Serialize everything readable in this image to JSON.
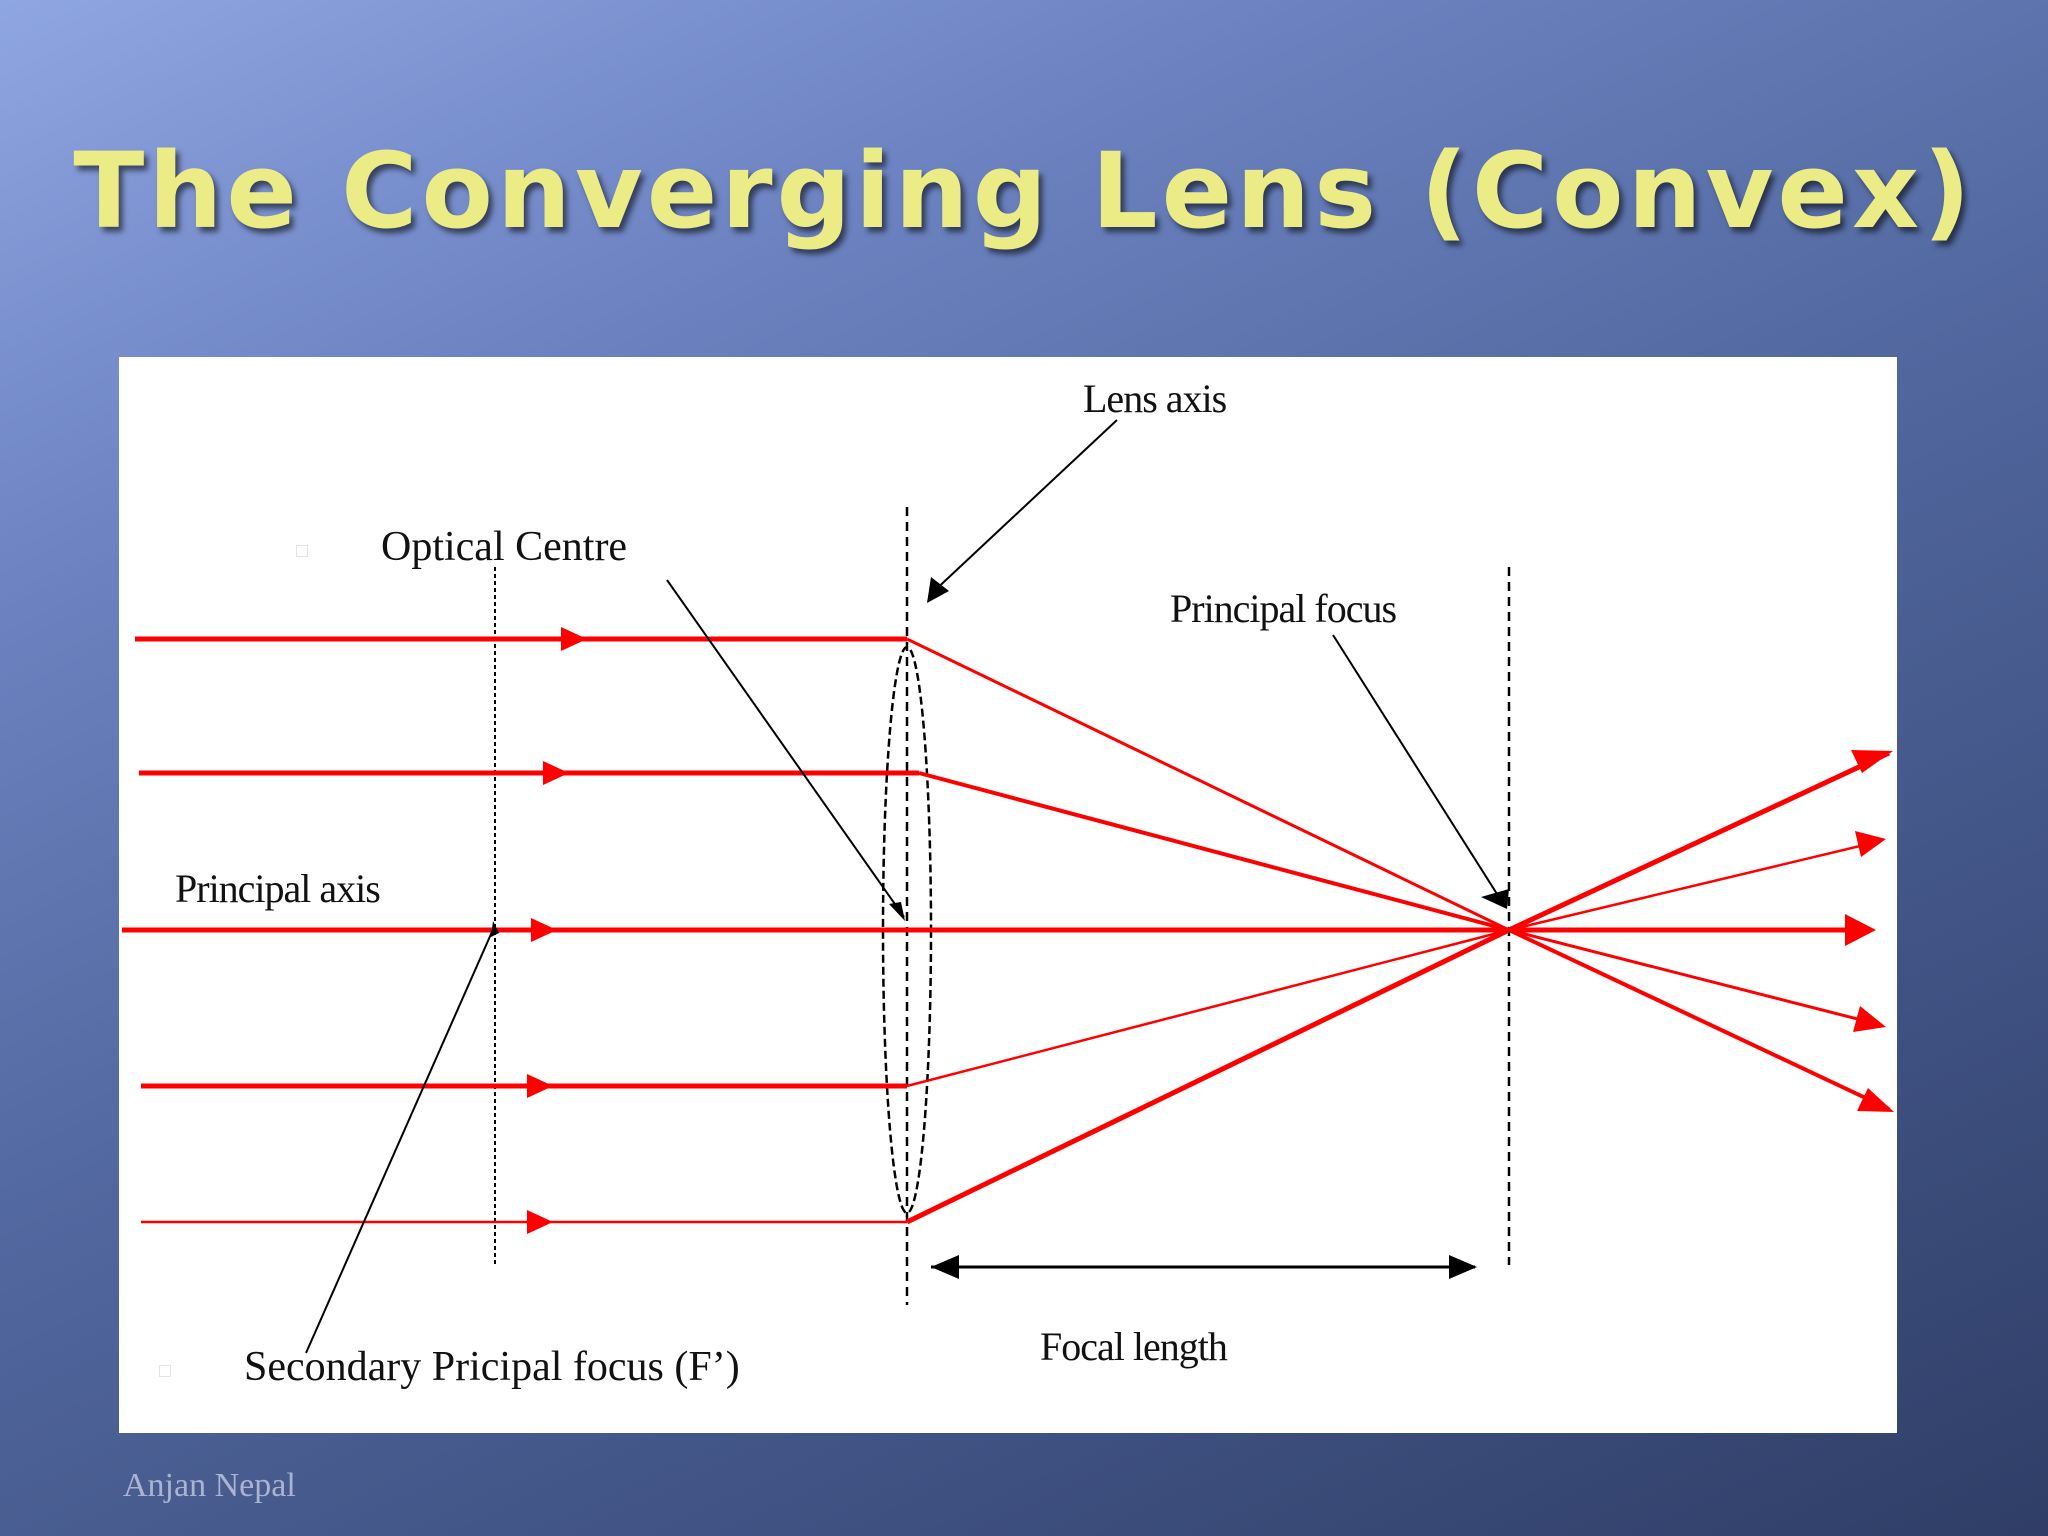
{
  "slide": {
    "title": "The Converging Lens (Convex)",
    "footer": "Anjan Nepal"
  },
  "diagram": {
    "labels": {
      "lens_axis": "Lens axis",
      "optical_centre": "Optical Centre",
      "principal_focus": "Principal focus",
      "principal_axis": "Principal axis",
      "focal_length": "Focal length",
      "secondary_focus": "Secondary Pricipal focus (F’)"
    },
    "ray_color": "#ff0000",
    "line_color": "#000000"
  }
}
